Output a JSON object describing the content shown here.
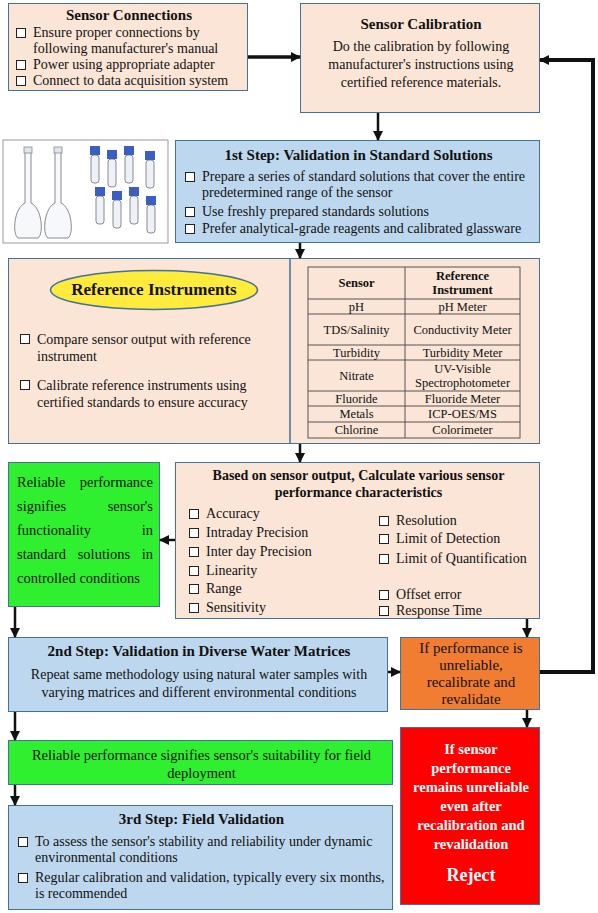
{
  "diagram": {
    "nodes": [
      {
        "text": [
          "Sensor Connections",
          "Ensure proper connections by following manufacturer's manual",
          "Power using appropriate adapter",
          "Connect to data acquisition system"
        ]
      },
      {
        "text": [
          "Sensor Calibration",
          "Do the calibration by following manufacturer's instructions using certified reference materials."
        ]
      },
      {
        "text": [
          "1st Step: Validation in Standard Solutions",
          "Prepare a series of standard solutions that cover the entire predetermined range of the sensor",
          "Use freshly prepared standards solutions",
          "Prefer analytical-grade reagents and calibrated glassware"
        ]
      },
      {
        "text": [
          "Compare sensor output with reference instrument",
          "Calibrate reference instruments using certified standards to ensure accuracy"
        ]
      },
      {
        "text": [
          "Reference Instruments"
        ],
        "in": 3
      },
      {
        "text": [
          "Reliable performance signifies sensor's functionality in standard solutions in controlled conditions"
        ]
      },
      {
        "text": [
          "Based on sensor output, Calculate various sensor performance characteristics",
          "Accuracy",
          "Intraday Precision",
          "Inter day Precision",
          "Linearity",
          "Range",
          "Sensitivity",
          "Resolution",
          "Limit of Detection",
          "Limit of Quantification",
          "Offset error",
          "Response Time"
        ]
      },
      {
        "text": [
          "2nd Step: Validation in Diverse Water Matrices",
          "Repeat same methodology using natural water samples with varying matrices and different environmental conditions"
        ]
      },
      {
        "text": [
          "If performance is unreliable, recalibrate and revalidate"
        ]
      },
      {
        "text": [
          "Reliable performance signifies sensor's suitability for field deployment"
        ]
      },
      {
        "text": [
          "If sensor performance remains unreliable even after recalibration and revalidation",
          "Reject"
        ]
      },
      {
        "text": [
          "3rd Step: Field Validation",
          "To assess the sensor's stability and reliability under dynamic environmental conditions",
          "Regular calibration and validation, typically every six months, is recommended"
        ]
      }
    ],
    "edges": [
      {
        "from": 0,
        "to": 1,
        "arrow": "to"
      },
      {
        "from": 1,
        "to": 2,
        "arrow": "to"
      },
      {
        "from": 2,
        "to": 3,
        "arrow": "to"
      },
      {
        "from": 3,
        "to": 6,
        "arrow": "to"
      },
      {
        "from": 6,
        "to": 5,
        "arrow": "to"
      },
      {
        "from": 5,
        "to": 7,
        "arrow": "to"
      },
      {
        "from": 6,
        "to": 8,
        "arrow": "to"
      },
      {
        "from": 7,
        "to": 8,
        "arrow": "to"
      },
      {
        "from": 8,
        "to": 1,
        "arrow": "to"
      },
      {
        "from": 7,
        "to": 9,
        "arrow": "to"
      },
      {
        "from": 8,
        "to": 10,
        "arrow": "to"
      },
      {
        "from": 9,
        "to": 11,
        "arrow": "to"
      }
    ],
    "labels": [
      "Sensor",
      "Reference Instrument",
      "pH",
      "pH Meter",
      "TDS/Salinity",
      "Conductivity Meter",
      "Turbidity",
      "Turbidity Meter",
      "Nitrate",
      "UV-Visible Spectrophotometer",
      "Fluoride",
      "Fluoride Meter",
      "Metals",
      "ICP-OES/MS",
      "Chlorine",
      "Colorimeter"
    ]
  }
}
